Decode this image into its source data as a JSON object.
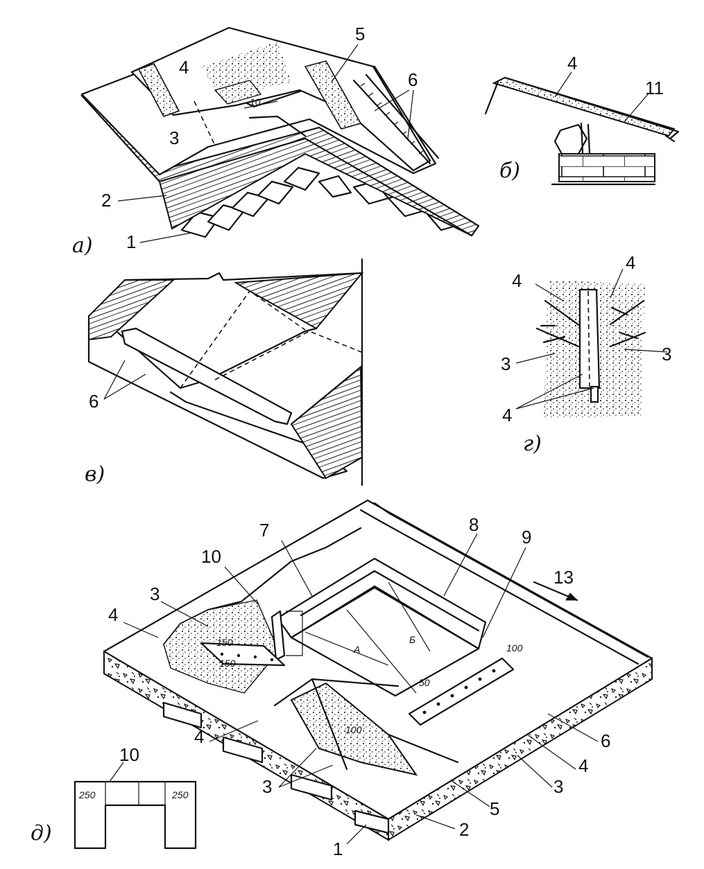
{
  "subfigures": {
    "a": "а)",
    "b": "б)",
    "v": "в)",
    "g": "г)",
    "d": "д)"
  },
  "callouts": {
    "a": [
      "1",
      "2",
      "3",
      "4",
      "5",
      "6"
    ],
    "b": [
      "4",
      "11"
    ],
    "v": [
      "6"
    ],
    "g": [
      "4",
      "4",
      "3",
      "3",
      "4"
    ],
    "d": [
      "1",
      "2",
      "3",
      "3",
      "4",
      "4",
      "5",
      "6",
      "7",
      "8",
      "9",
      "10",
      "13",
      "4",
      "3",
      "4",
      "3"
    ],
    "d_inset": [
      "10"
    ]
  },
  "dimensions": {
    "a_gap": "10",
    "d_150_1": "150",
    "d_150_2": "150",
    "d_A": "A",
    "d_B": "Б",
    "d_100_1": "100",
    "d_100_2": "100",
    "d_50": "50",
    "inset_left": "250",
    "inset_right": "250"
  },
  "colors": {
    "ink": "#111111",
    "paper": "#ffffff",
    "stipple": "#555555"
  }
}
